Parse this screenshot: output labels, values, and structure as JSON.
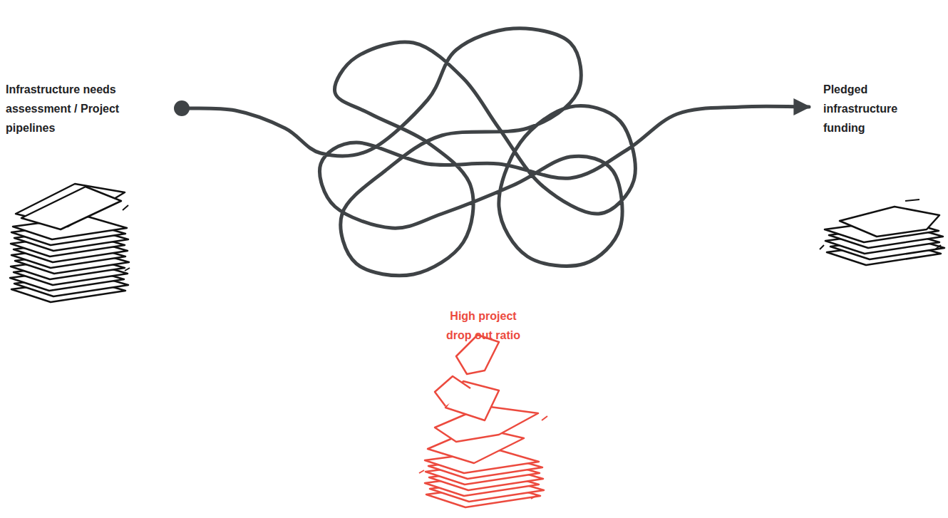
{
  "diagram": {
    "nodes": [
      {
        "text": [
          "Infrastructure needs assessment / Project pipelines"
        ]
      },
      {
        "text": [
          "Pledged infrastructure funding"
        ]
      }
    ],
    "edges": [
      {
        "from": 0,
        "to": 1,
        "arrow": "to"
      }
    ],
    "labels": [
      "High project drop out ratio"
    ]
  }
}
